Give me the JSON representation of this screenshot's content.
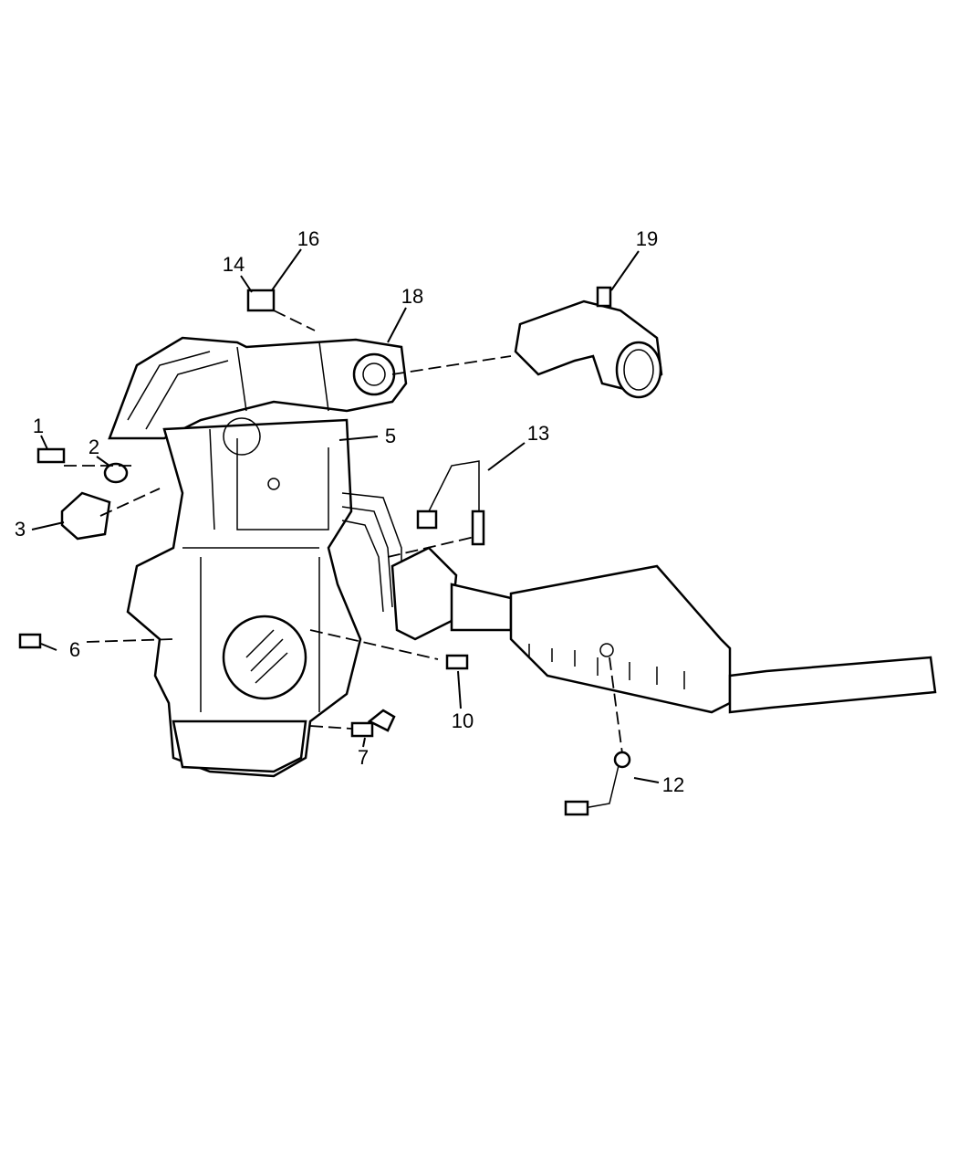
{
  "diagram": {
    "title": "Engine sensors and exhaust parts diagram",
    "callouts": [
      "1",
      "2",
      "3",
      "5",
      "6",
      "7",
      "10",
      "12",
      "13",
      "14",
      "16",
      "18",
      "19"
    ]
  }
}
